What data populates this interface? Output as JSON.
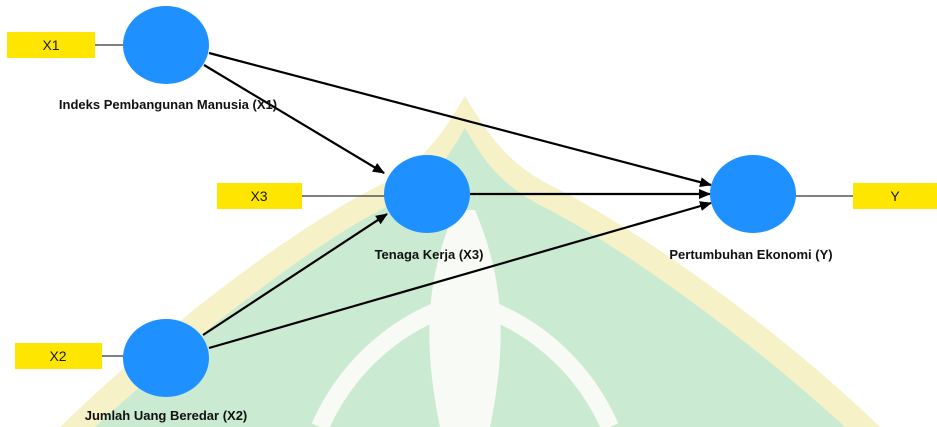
{
  "colors": {
    "construct": "#1e90ff",
    "indicator": "#ffe600",
    "arrow": "#000000",
    "connector": "#555555",
    "watermark_green": "#9fdcae",
    "watermark_yellow": "#efe79a",
    "watermark_white": "#f4f8ee"
  },
  "constructs": {
    "x1": {
      "label": "Indeks Pembangunan Manusia (X1)"
    },
    "x2": {
      "label": "Jumlah Uang Beredar (X2)"
    },
    "x3": {
      "label": "Tenaga Kerja (X3)"
    },
    "y": {
      "label": "Pertumbuhan Ekonomi (Y)"
    }
  },
  "indicators": {
    "x1": {
      "label": "X1"
    },
    "x2": {
      "label": "X2"
    },
    "x3": {
      "label": "X3"
    },
    "y": {
      "label": "Y"
    }
  },
  "paths": [
    {
      "from": "x1",
      "to": "x3"
    },
    {
      "from": "x1",
      "to": "y"
    },
    {
      "from": "x2",
      "to": "x3"
    },
    {
      "from": "x2",
      "to": "y"
    },
    {
      "from": "x3",
      "to": "y"
    }
  ]
}
